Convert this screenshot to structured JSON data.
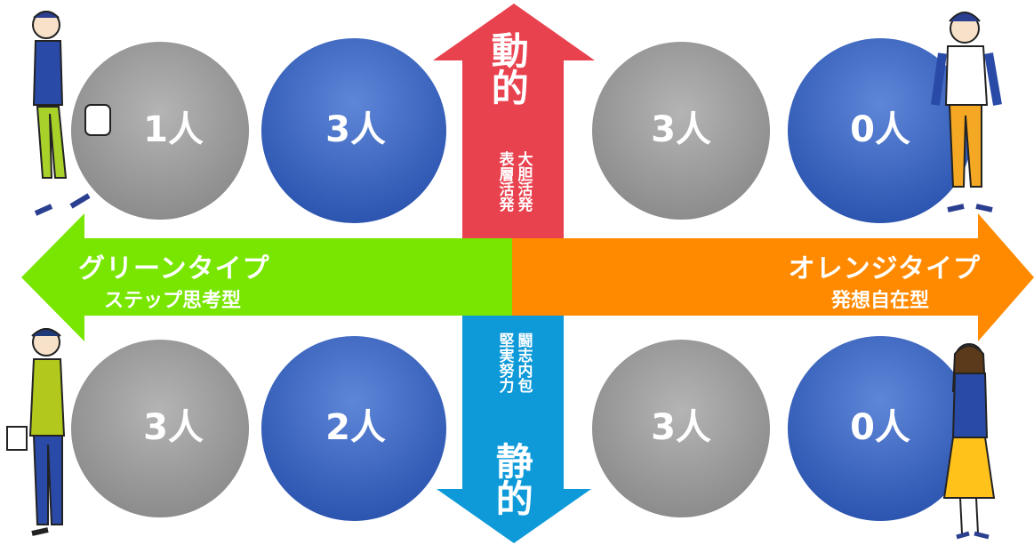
{
  "axis": {
    "top_label": "動的",
    "top_sub_col1": "大胆活発",
    "top_sub_col2": "表層活発",
    "bottom_label": "静的",
    "bottom_sub_col1": "闘志内包",
    "bottom_sub_col2": "堅実努力",
    "left_title": "グリーンタイプ",
    "left_sub": "ステップ思考型",
    "right_title": "オレンジタイプ",
    "right_sub": "発想自在型"
  },
  "colors": {
    "gray": "#a8a8a8",
    "blue": "#3f69c4",
    "red": "#e9424f",
    "sky": "#0e9ad9",
    "green": "#78e600",
    "orange": "#ff8a00"
  },
  "quadrants": {
    "top_left": {
      "gray": "1人",
      "blue": "3人"
    },
    "top_right": {
      "gray": "3人",
      "blue": "0人"
    },
    "bottom_left": {
      "gray": "3人",
      "blue": "2人"
    },
    "bottom_right": {
      "gray": "3人",
      "blue": "0人"
    }
  }
}
